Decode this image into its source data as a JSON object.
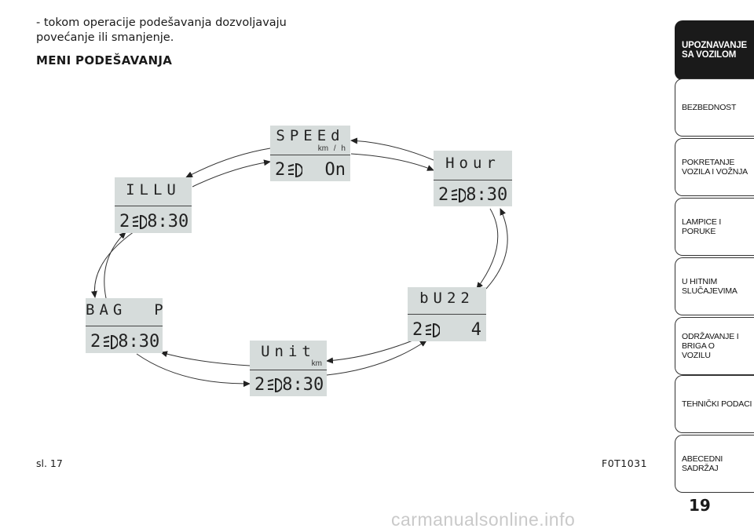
{
  "intro_text": "- tokom operacije podešavanja dozvoljavaju povećanje ili smanjenje.",
  "heading": "MENI PODEŠAVANJA",
  "displays": [
    {
      "id": "speed",
      "top": "SPEEd",
      "unit": "km / h",
      "value": "On"
    },
    {
      "id": "hour",
      "top": "Hour",
      "unit": "",
      "value": "8:30"
    },
    {
      "id": "illu",
      "top": "ILLU",
      "unit": "",
      "value": "8:30"
    },
    {
      "id": "buzz",
      "top": "bU22",
      "unit": "",
      "value": "4"
    },
    {
      "id": "bagp",
      "top": "BAG  P",
      "unit": "",
      "value": "8:30"
    },
    {
      "id": "unit",
      "top": "Unit",
      "unit": "km",
      "value": "8:30"
    }
  ],
  "display_prefix": "2",
  "caption_left": "sl. 17",
  "caption_right": "F0T1031",
  "sidebar_tabs": [
    "UPOZNAVANJE SA VOZILOM",
    "BEZBEDNOST",
    "POKRETANJE VOZILA I VOŽNJA",
    "LAMPICE I PORUKE",
    "U HITNIM SLUČAJEVIMA",
    "ODRŽAVANJE I BRIGA O VOZILU",
    "TEHNIČKI PODACI",
    "ABECEDNI SADRŽAJ"
  ],
  "page_number": "19",
  "watermark": "carmanualsonline.info",
  "colors": {
    "lcd_background": "#d6dcdb",
    "active_tab": "#1a1a1a"
  }
}
